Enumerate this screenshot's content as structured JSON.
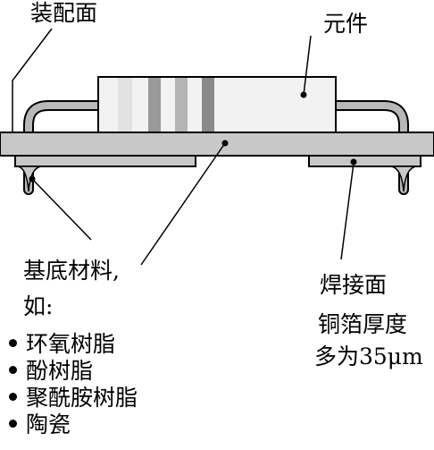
{
  "labels": {
    "mounting_surface": "装配面",
    "component": "元件",
    "substrate_line1": "基底材料,",
    "substrate_line2": "如:",
    "solder_surface": "焊接面",
    "foil_line1": "铜箔厚度",
    "foil_line2": "多为35μm"
  },
  "materials": [
    "环氧树脂",
    "酚树脂",
    "聚酰胺树脂",
    "陶瓷"
  ],
  "colors": {
    "board_fill": "#c8c8c8",
    "pad_fill": "#c8c8c8",
    "component_fill": "#f2f2f2",
    "band1": "#e2e2e2",
    "band2": "#9a9a9a",
    "band3": "#b4b4b4",
    "band4": "#8a8a8a",
    "line": "#000000"
  }
}
